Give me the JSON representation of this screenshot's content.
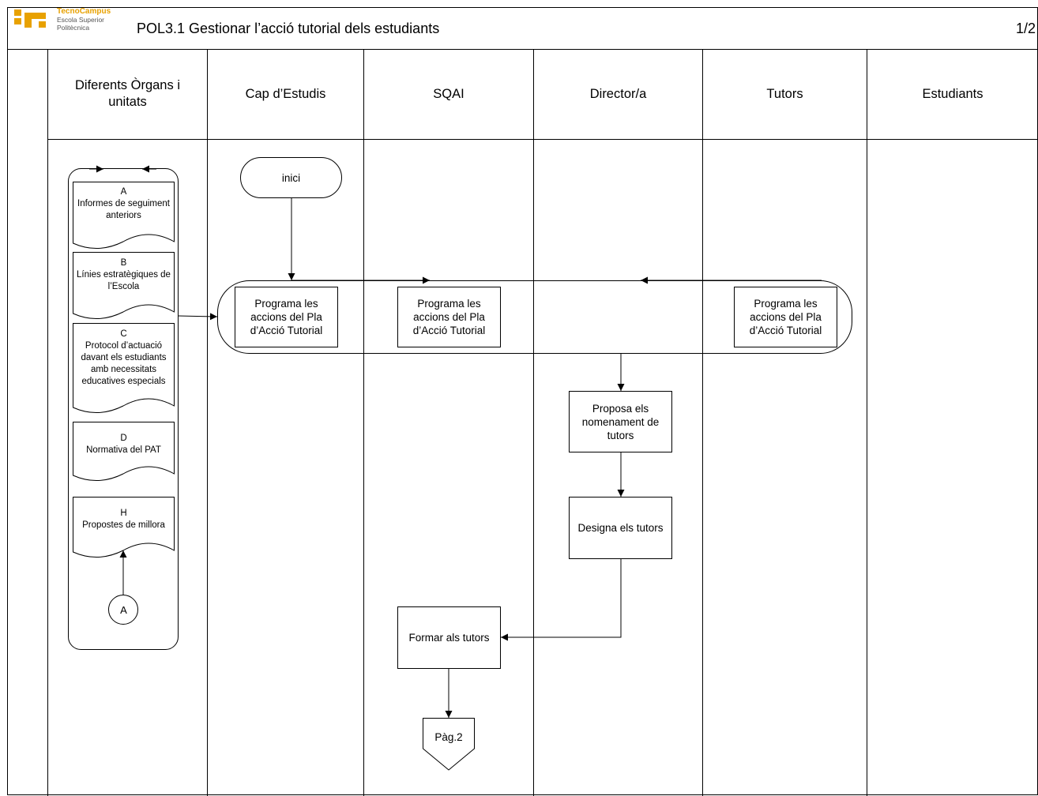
{
  "header": {
    "brand_name": "TecnoCampus",
    "brand_sub_1": "Escola Superior",
    "brand_sub_2": "Politècnica",
    "title": "POL3.1 Gestionar l’acció tutorial dels estudiants",
    "page": "1/2",
    "brand_color": "#e8a100"
  },
  "lanes": [
    "Diferents Òrgans i unitats",
    "Cap d’Estudis",
    "SQAI",
    "Director/a",
    "Tutors",
    "Estudiants"
  ],
  "documents": [
    {
      "code": "A",
      "text": "Informes de seguiment anteriors"
    },
    {
      "code": "B",
      "text": "Línies estratègiques de l’Escola"
    },
    {
      "code": "C",
      "text": "Protocol d’actuació davant els estudiants amb necessitats educatives especials"
    },
    {
      "code": "D",
      "text": "Normativa del PAT"
    },
    {
      "code": "H",
      "text": "Propostes de millora"
    }
  ],
  "nodes": {
    "start": "inici",
    "program_cap": "Programa les accions del Pla d’Acció Tutorial",
    "program_sqai": "Programa les accions del Pla d’Acció Tutorial",
    "program_tutors": "Programa les accions del Pla d’Acció Tutorial",
    "propose": "Proposa els nomenament de tutors",
    "designate": "Designa els tutors",
    "train": "Formar als tutors",
    "connector_a": "A",
    "next_page": "Pàg.2"
  }
}
